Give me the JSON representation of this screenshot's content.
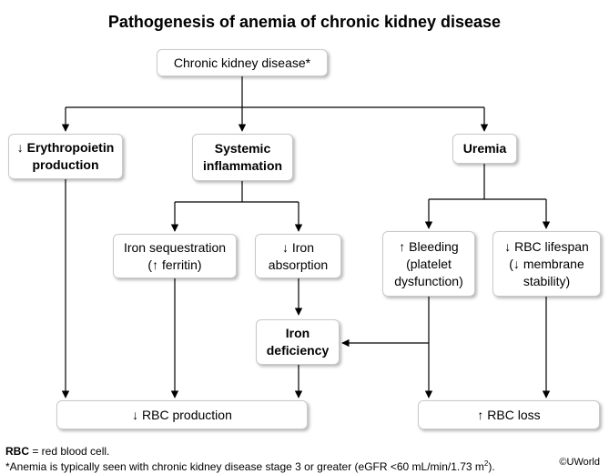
{
  "title": "Pathogenesis of anemia of chronic kidney disease",
  "nodes": {
    "ckd": "Chronic kidney disease*",
    "epo": "↓ Erythropoietin\nproduction",
    "inflam": "Systemic\ninflammation",
    "uremia": "Uremia",
    "iron_seq": "Iron sequestration\n(↑ ferritin)",
    "iron_abs": "↓ Iron\nabsorption",
    "bleeding": "↑ Bleeding\n(platelet\ndysfunction)",
    "lifespan": "↓ RBC lifespan\n(↓ membrane\nstability)",
    "iron_def": "Iron\ndeficiency",
    "rbc_prod": "↓ RBC production",
    "rbc_loss": "↑ RBC loss"
  },
  "footnotes": {
    "abbr_term": "RBC",
    "abbr_def": " = red blood cell.",
    "note_prefix": "*Anemia is typically seen with chronic kidney disease stage 3 or greater (eGFR <60 mL/min/1.73 m",
    "note_sup": "2",
    "note_suffix": ")."
  },
  "copyright": "©UWorld",
  "colors": {
    "line": "#000000",
    "box_border": "#c9c9c9"
  }
}
